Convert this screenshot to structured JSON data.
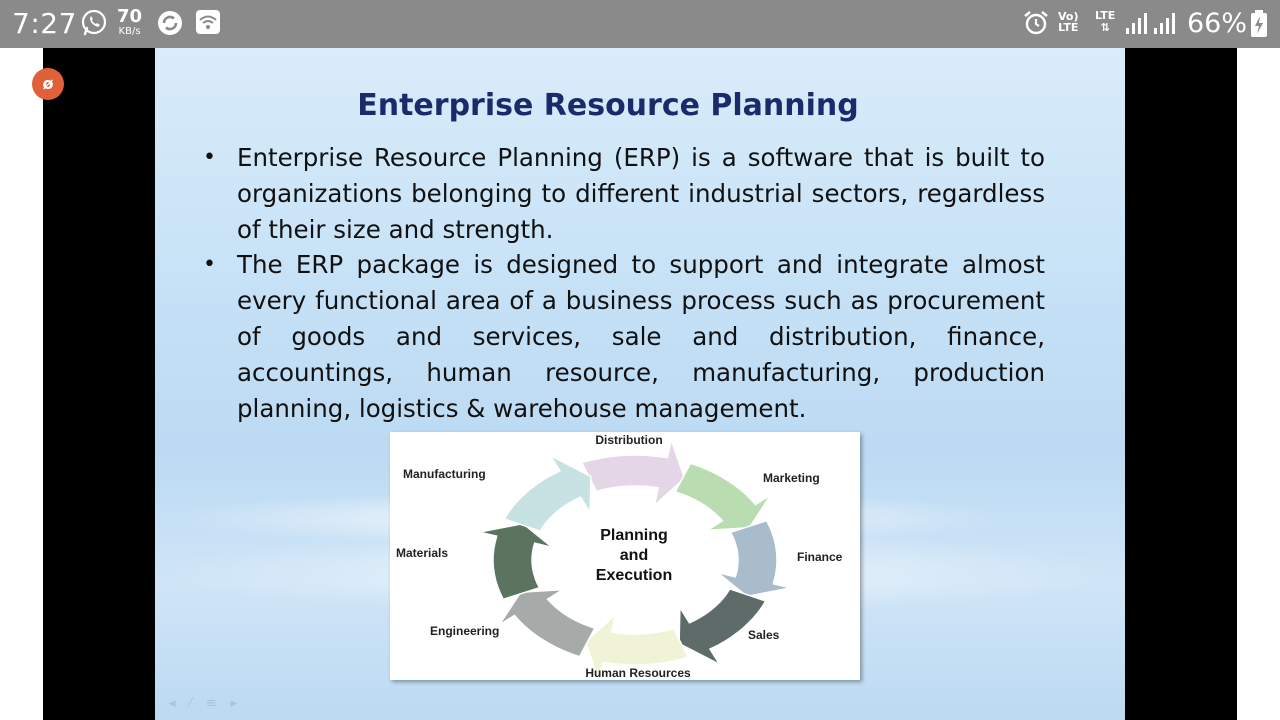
{
  "status_bar": {
    "time": "7:27",
    "net_speed_value": "70",
    "net_speed_unit": "KB/s",
    "volte_line1": "Vo)",
    "volte_line2": "LTE",
    "lte_label": "LTE",
    "battery_percent": "66%",
    "icons": [
      "whatsapp-icon",
      "speed-indicator",
      "sync-icon",
      "wifi-calling-icon",
      "alarm-icon",
      "volte-icon",
      "signal-icon",
      "battery-charging-icon"
    ]
  },
  "recorder_badge": "ø",
  "slide": {
    "title": "Enterprise Resource Planning",
    "bullets": [
      "Enterprise Resource Planning (ERP) is a software that is built to organizations belonging to different industrial sectors, regardless of their size and strength.",
      "The ERP package is designed to support and integrate almost every functional area of a business process such as procurement of goods and services, sale and distribution, finance, accountings, human resource, manufacturing, production planning, logistics & warehouse management."
    ],
    "diagram": {
      "center_line1": "Planning",
      "center_line2": "and",
      "center_line3": "Execution",
      "labels": {
        "distribution": "Distribution",
        "marketing": "Marketing",
        "finance": "Finance",
        "sales": "Sales",
        "human_resources": "Human Resources",
        "engineering": "Engineering",
        "materials": "Materials",
        "manufacturing": "Manufacturing"
      },
      "segment_colors": [
        "#e4d6e6",
        "#b9dcb0",
        "#a9bccb",
        "#5e6b68",
        "#f1f3d6",
        "#a6aaa8",
        "#5a7460",
        "#c6e2e3"
      ]
    }
  }
}
